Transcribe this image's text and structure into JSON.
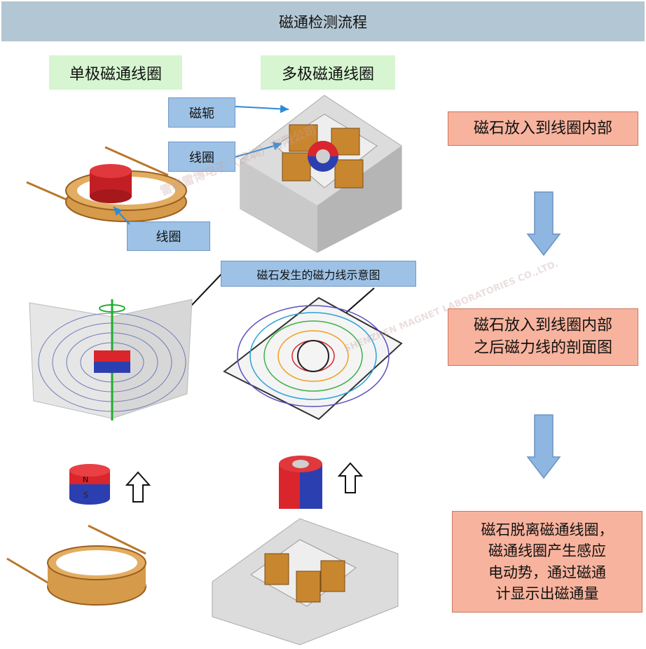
{
  "title": "磁通检测流程",
  "headers": {
    "single": "单极磁通线圈",
    "multi": "多极磁通线圈"
  },
  "labels": {
    "yoke": "磁轭",
    "coil_multi": "线圈",
    "coil_single": "线圈",
    "field_lines": "磁石发生的磁力线示意图"
  },
  "steps": [
    "磁石放入到线圈内部",
    "磁石放入到线圈内部\n之后磁力线的剖面图",
    "磁石脱离磁通线圈，\n磁通线圈产生感应\n电动势，通过磁通\n计显示出磁通量"
  ],
  "magnet_poles": {
    "north": "N",
    "south": "S"
  },
  "watermark": {
    "company": "雷格雷博电子（深圳）有限公司",
    "english": "SHENZHEN MAGNET LABORATORIES CO.,LTD."
  },
  "colors": {
    "north": "#d9252b",
    "south": "#2c3fb0",
    "coil": "#c8862f",
    "arrow": "#8fb6e0"
  }
}
